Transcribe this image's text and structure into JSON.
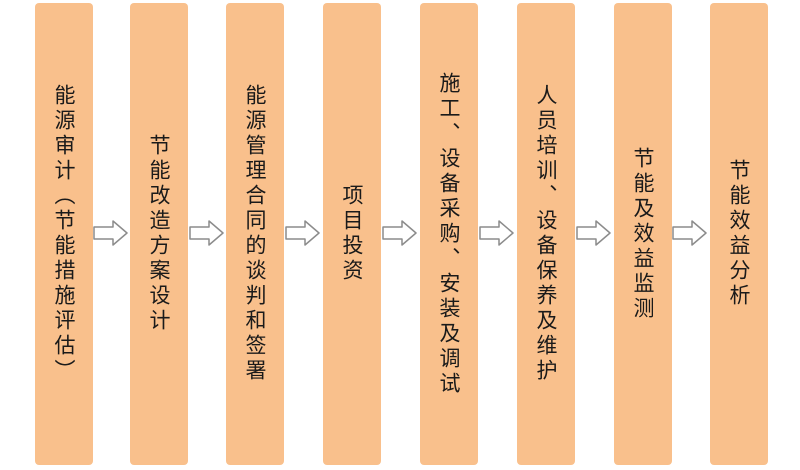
{
  "steps": [
    {
      "label": "能源审计（节能措施评估）"
    },
    {
      "label": "节能改造方案设计"
    },
    {
      "label": "能源管理合同的谈判和签署"
    },
    {
      "label": "项目投资"
    },
    {
      "label": "施工、设备采购、安装及调试"
    },
    {
      "label": "人员培训、设备保养及维护"
    },
    {
      "label": "节能及效益监测"
    },
    {
      "label": "节能效益分析"
    }
  ],
  "colors": {
    "box_fill": "#f9c08c",
    "arrow_fill": "#ffffff",
    "arrow_stroke": "#8c8c8c",
    "text": "#1a1a1a"
  },
  "icons": {
    "connector": "right-arrow-icon"
  }
}
